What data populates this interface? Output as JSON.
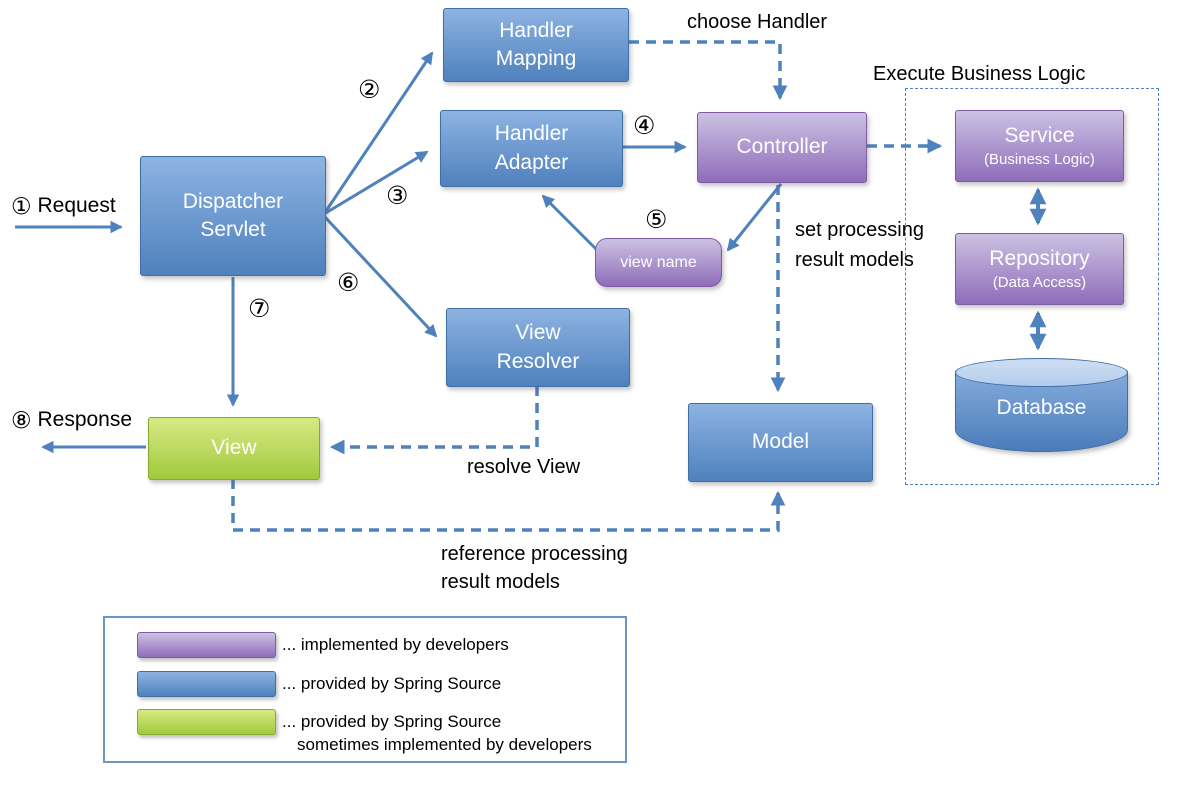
{
  "palette": {
    "blue_top": "#8db3e2",
    "blue_bottom": "#4f81bd",
    "blue_border": "#3e6fa6",
    "purple_top": "#ccc1e3",
    "purple_bottom": "#8f6dba",
    "purple_border": "#7e5ba3",
    "green_top": "#d8e983",
    "green_bottom": "#a0ca3e",
    "green_border": "#86aa2d",
    "connector": "#4f81bd",
    "database_top": "#b3cdec",
    "legend_border": "#6b96bf"
  },
  "steps": {
    "n1": "①",
    "n2": "②",
    "n3": "③",
    "n4": "④",
    "n5": "⑤",
    "n6": "⑥",
    "n7": "⑦",
    "n8": "⑧"
  },
  "nodes": {
    "dispatcher_servlet": {
      "line1": "Dispatcher",
      "line2": "Servlet"
    },
    "handler_mapping": {
      "line1": "Handler",
      "line2": "Mapping"
    },
    "handler_adapter": {
      "line1": "Handler",
      "line2": "Adapter"
    },
    "controller": {
      "label": "Controller"
    },
    "view_name": {
      "label": "view name"
    },
    "view_resolver": {
      "line1": "View",
      "line2": "Resolver"
    },
    "view": {
      "label": "View"
    },
    "model": {
      "label": "Model"
    },
    "service": {
      "line1": "Service",
      "line2": "(Business Logic)"
    },
    "repository": {
      "line1": "Repository",
      "line2": "(Data Access)"
    },
    "database": {
      "label": "Database"
    }
  },
  "annotations": {
    "request": "Request",
    "response": "Response",
    "choose_handler": "choose Handler",
    "execute_business_logic": "Execute Business Logic",
    "set_processing_line1": "set processing",
    "set_processing_line2": "result models",
    "resolve_view": "resolve View",
    "reference_line1": "reference processing",
    "reference_line2": "result models"
  },
  "legend": {
    "items": [
      {
        "label": "... implemented by developers"
      },
      {
        "label": "... provided by Spring Source"
      },
      {
        "label": "... provided by Spring Source",
        "label2": "sometimes implemented by developers"
      }
    ]
  }
}
